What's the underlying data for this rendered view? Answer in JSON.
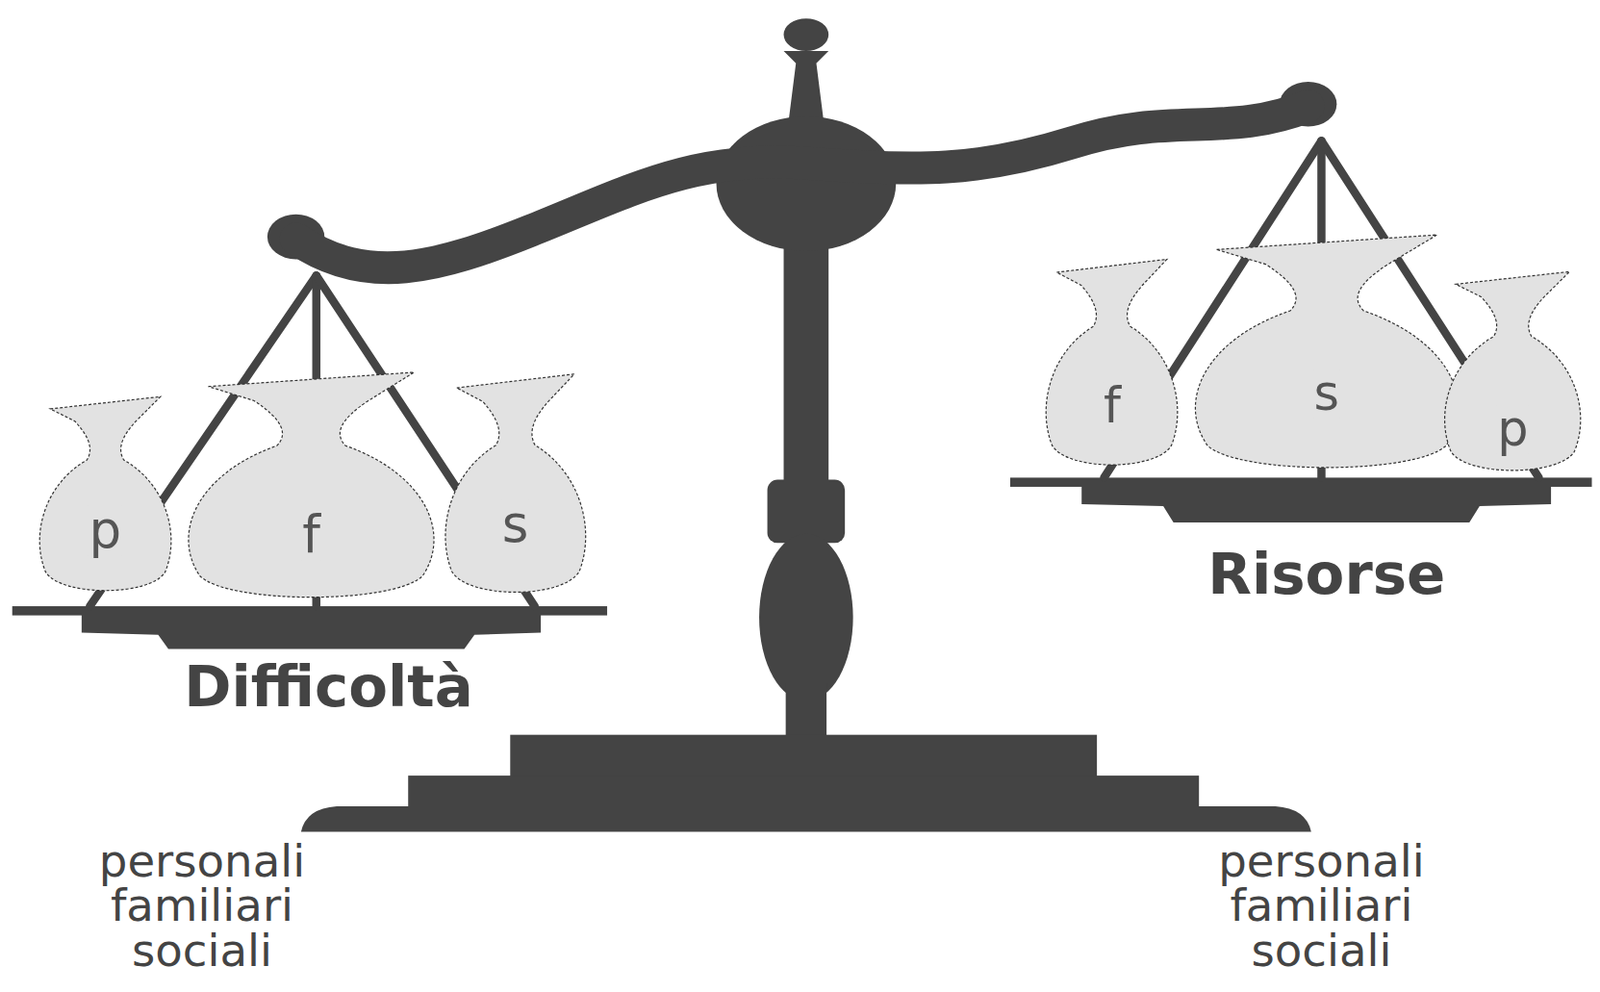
{
  "diagram": {
    "nodes": [
      {
        "text": [
          "p"
        ]
      },
      {
        "text": [
          "f"
        ]
      },
      {
        "text": [
          "s"
        ]
      },
      {
        "text": [
          "f"
        ]
      },
      {
        "text": [
          "s"
        ]
      },
      {
        "text": [
          "p"
        ]
      }
    ],
    "labels": [
      "Difficoltà",
      "Risorse",
      "personali familiari sociali",
      "personali familiari sociali"
    ]
  }
}
